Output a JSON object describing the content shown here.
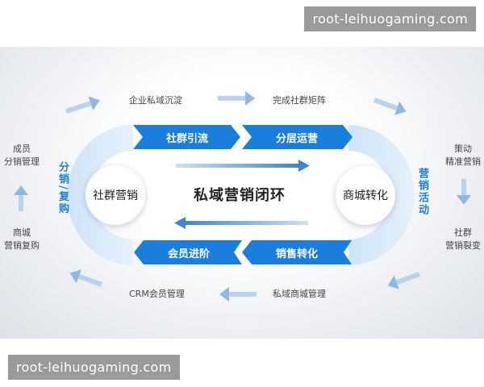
{
  "watermarks": [
    "root-leihuogaming.com",
    "root-leihuogaming.com"
  ],
  "title": "私域营销闭环",
  "circles": {
    "left": "社群营销",
    "right": "商城转化"
  },
  "arcs": {
    "left": "分销/复购",
    "right": "营销活动"
  },
  "top_buttons": [
    "社群引流",
    "分层运营"
  ],
  "bottom_buttons": [
    "会员进阶",
    "销售转化"
  ],
  "labels": {
    "top_left": "企业私域沉淀",
    "top_right": "完成社群矩阵",
    "bottom_left": "CRM会员管理",
    "bottom_right": "私域商城管理",
    "left_top": [
      "成员",
      "分销管理"
    ],
    "left_bottom": [
      "商城",
      "营销复购"
    ],
    "right_top": [
      "策动",
      "精准营销"
    ],
    "right_bottom": [
      "社群",
      "营销裂变"
    ]
  },
  "colors": {
    "accent": "#1f7ed8",
    "button": "#1a7fdc",
    "arc": "#cfe4f8"
  }
}
